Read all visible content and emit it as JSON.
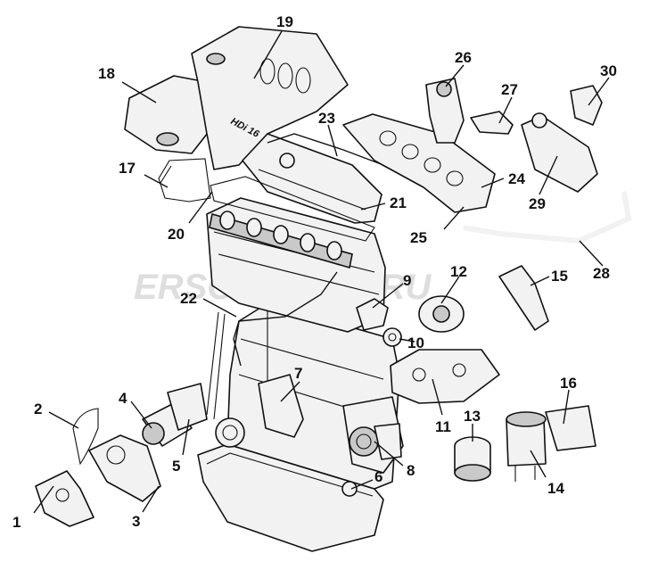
{
  "diagram": {
    "callouts": [
      {
        "id": "1",
        "label": "1"
      },
      {
        "id": "2",
        "label": "2"
      },
      {
        "id": "3",
        "label": "3"
      },
      {
        "id": "4",
        "label": "4"
      },
      {
        "id": "5",
        "label": "5"
      },
      {
        "id": "6",
        "label": "6"
      },
      {
        "id": "7",
        "label": "7"
      },
      {
        "id": "8",
        "label": "8"
      },
      {
        "id": "9",
        "label": "9"
      },
      {
        "id": "10",
        "label": "10"
      },
      {
        "id": "11",
        "label": "11"
      },
      {
        "id": "12",
        "label": "12"
      },
      {
        "id": "13",
        "label": "13"
      },
      {
        "id": "14",
        "label": "14"
      },
      {
        "id": "15",
        "label": "15"
      },
      {
        "id": "16",
        "label": "16"
      },
      {
        "id": "17",
        "label": "17"
      },
      {
        "id": "18",
        "label": "18"
      },
      {
        "id": "19",
        "label": "19"
      },
      {
        "id": "20",
        "label": "20"
      },
      {
        "id": "21",
        "label": "21"
      },
      {
        "id": "22",
        "label": "22"
      },
      {
        "id": "23",
        "label": "23"
      },
      {
        "id": "24",
        "label": "24"
      },
      {
        "id": "25",
        "label": "25"
      },
      {
        "id": "26",
        "label": "26"
      },
      {
        "id": "27",
        "label": "27"
      },
      {
        "id": "28",
        "label": "28"
      },
      {
        "id": "29",
        "label": "29"
      },
      {
        "id": "30",
        "label": "30"
      }
    ],
    "cover_text": "HDi 16",
    "watermark": "ERSON AUTO.RU"
  }
}
